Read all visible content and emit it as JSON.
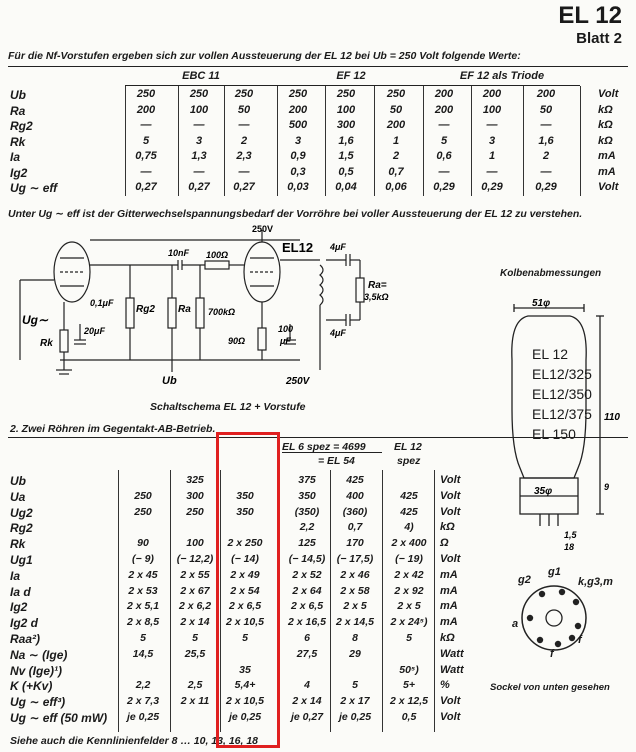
{
  "header": {
    "title": "EL 12",
    "sheet": "Blatt 2"
  },
  "section1": {
    "intro": "Für die Nf-Vorstufen ergeben sich zur vollen Aussteuerung der EL 12 bei Ub = 250 Volt folgende Werte:",
    "groups": [
      "EBC 11",
      "EF 12",
      "EF 12 als Triode"
    ],
    "rows": [
      {
        "label": "Ub",
        "unit": "Volt",
        "values": [
          "250",
          "250",
          "250",
          "250",
          "250",
          "250",
          "200",
          "200",
          "200"
        ]
      },
      {
        "label": "Ra",
        "unit": "kΩ",
        "values": [
          "200",
          "100",
          "50",
          "200",
          "100",
          "50",
          "200",
          "100",
          "50"
        ]
      },
      {
        "label": "Rg2",
        "unit": "kΩ",
        "values": [
          "—",
          "—",
          "—",
          "500",
          "300",
          "200",
          "—",
          "—",
          "—"
        ]
      },
      {
        "label": "Rk",
        "unit": "kΩ",
        "values": [
          "5",
          "3",
          "2",
          "3",
          "1,6",
          "1",
          "5",
          "3",
          "1,6"
        ]
      },
      {
        "label": "Ia",
        "unit": "mA",
        "values": [
          "0,75",
          "1,3",
          "2,3",
          "0,9",
          "1,5",
          "2",
          "0,6",
          "1",
          "2"
        ]
      },
      {
        "label": "Ig2",
        "unit": "mA",
        "values": [
          "—",
          "—",
          "—",
          "0,3",
          "0,5",
          "0,7",
          "—",
          "—",
          "—"
        ]
      },
      {
        "label": "Ug ∼ eff",
        "unit": "Volt",
        "values": [
          "0,27",
          "0,27",
          "0,27",
          "0,03",
          "0,04",
          "0,06",
          "0,29",
          "0,29",
          "0,29"
        ]
      }
    ],
    "footnote": "Unter Ug ∼ eff ist der Gitterwechselspannungsbedarf der Vorröhre bei voller Aussteuerung der EL 12 zu verstehen."
  },
  "schematic": {
    "caption": "Schaltschema EL 12 + Vorstufe",
    "labels": {
      "supply": "250V",
      "tube": "EL12",
      "c_cpl": "10nF",
      "r_grid": "100Ω",
      "r_leak": "700kΩ",
      "c_out1": "4μF",
      "c_out2": "4μF",
      "r_load": "Ra=",
      "r_load_val": "3,5kΩ",
      "ug": "Ug∼",
      "c_screen": "0,1μF",
      "r_g2": "Rg2",
      "r_a": "Ra",
      "c_k": "20μF",
      "r_k": "Rk",
      "r_k2": "90Ω",
      "c_k2a": "100",
      "c_k2b": "μF",
      "ub": "Ub",
      "bottom_v": "250V"
    }
  },
  "bulb": {
    "title": "Kolbenabmessungen",
    "models": [
      "EL 12",
      "EL12/325",
      "EL12/350",
      "EL12/375",
      "EL 150"
    ],
    "dims": {
      "d_top": "51φ",
      "height": "110",
      "d_base": "35φ",
      "h_base": "9",
      "pin_len": "1,5",
      "pin_gap": "18"
    },
    "socket_title": "Sockel von unten gesehen",
    "pins": [
      "g2",
      "g1",
      "k,g3,m",
      "a",
      "f",
      "f"
    ]
  },
  "section2": {
    "title": "2. Zwei Röhren im Gegentakt-AB-Betrieb.",
    "group_header_1": "EL 6 spez = 4699",
    "group_header_1b": "= EL 54",
    "group_header_2": "EL 12",
    "group_header_2b": "spez",
    "rows": [
      {
        "label": "Ub",
        "unit": "Volt",
        "values": [
          "",
          "325",
          "",
          "375",
          "425",
          ""
        ]
      },
      {
        "label": "Ua",
        "unit": "Volt",
        "values": [
          "250",
          "300",
          "350",
          "350",
          "400",
          "425"
        ]
      },
      {
        "label": "Ug2",
        "unit": "Volt",
        "values": [
          "250",
          "250",
          "350",
          "(350)",
          "(360)",
          "425"
        ]
      },
      {
        "label": "Rg2",
        "unit": "kΩ",
        "values": [
          "",
          "",
          "",
          "2,2",
          "0,7",
          "4)"
        ]
      },
      {
        "label": "Rk",
        "unit": "Ω",
        "values": [
          "90",
          "100",
          "2 x 250",
          "125",
          "170",
          "2 x 400"
        ]
      },
      {
        "label": "Ug1",
        "unit": "Volt",
        "values": [
          "(− 9)",
          "(− 12,2)",
          "(− 14)",
          "(− 14,5)",
          "(− 17,5)",
          "(− 19)"
        ]
      },
      {
        "label": "Ia",
        "unit": "mA",
        "values": [
          "2 x 45",
          "2 x 55",
          "2 x 49",
          "2 x 52",
          "2 x 46",
          "2 x 42"
        ]
      },
      {
        "label": "Ia d",
        "unit": "mA",
        "values": [
          "2 x 53",
          "2 x 67",
          "2 x 54",
          "2 x 64",
          "2 x 58",
          "2 x 92"
        ]
      },
      {
        "label": "Ig2",
        "unit": "mA",
        "values": [
          "2 x 5,1",
          "2 x 6,2",
          "2 x 6,5",
          "2 x 6,5",
          "2 x 5",
          "2 x 5"
        ]
      },
      {
        "label": "Ig2 d",
        "unit": "mA",
        "values": [
          "2 x 8,5",
          "2 x 14",
          "2 x 10,5",
          "2 x 16,5",
          "2 x 14,5",
          "2 x 24⁵)"
        ]
      },
      {
        "label": "Raa²)",
        "unit": "kΩ",
        "values": [
          "5",
          "5",
          "5",
          "6",
          "8",
          "5"
        ]
      },
      {
        "label": "Na ∼ (Ige)",
        "unit": "Watt",
        "values": [
          "14,5",
          "25,5",
          "",
          "27,5",
          "29",
          ""
        ]
      },
      {
        "label": "Nv (Ige)¹)",
        "unit": "Watt",
        "values": [
          "",
          "",
          "35",
          "",
          "",
          "50⁵)"
        ]
      },
      {
        "label": "K (+Kv)",
        "unit": "%",
        "values": [
          "2,2",
          "2,5",
          "5,4+",
          "4",
          "5",
          "5+"
        ]
      },
      {
        "label": "Ug ∼ eff³)",
        "unit": "Volt",
        "values": [
          "2 x 7,3",
          "2 x 11",
          "2 x 10,5",
          "2 x 14",
          "2 x 17",
          "2 x 12,5"
        ]
      },
      {
        "label": "Ug ∼ eff (50 mW)",
        "unit": "Volt",
        "values": [
          "je 0,25",
          "",
          "je 0,25",
          "je 0,27",
          "je 0,25",
          "0,5"
        ]
      }
    ],
    "footer": "Siehe auch die Kennlinienfelder 8 … 10, 13, 16, 18"
  },
  "highlight": {
    "color": "#e02020"
  }
}
